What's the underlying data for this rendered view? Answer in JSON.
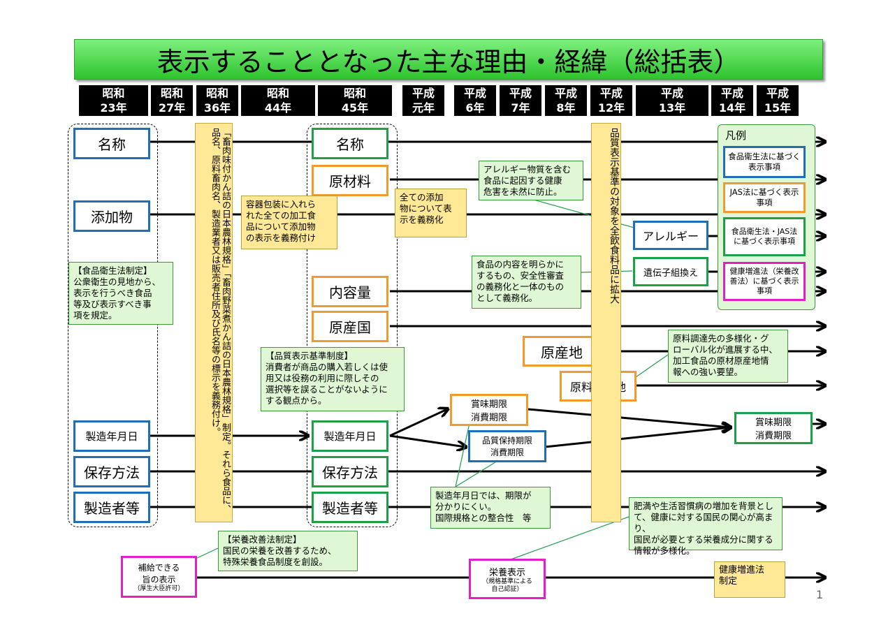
{
  "title": "表示することとなった主な理由・経緯（総括表）",
  "eras": [
    {
      "era": "昭和",
      "year": "23年"
    },
    {
      "era": "昭和",
      "year": "27年"
    },
    {
      "era": "昭和",
      "year": "36年"
    },
    {
      "era": "昭和",
      "year": "44年"
    },
    {
      "era": "昭和",
      "year": "45年"
    },
    {
      "era": "平成",
      "year": "元年"
    },
    {
      "era": "平成",
      "year": "6年"
    },
    {
      "era": "平成",
      "year": "7年"
    },
    {
      "era": "平成",
      "year": "8年"
    },
    {
      "era": "平成",
      "year": "12年"
    },
    {
      "era": "平成",
      "year": "13年"
    },
    {
      "era": "平成",
      "year": "14年"
    },
    {
      "era": "平成",
      "year": "15年"
    }
  ],
  "items": {
    "meisho1": "名称",
    "tenkabutsu": "添加物",
    "seizo1": "製造年月日",
    "hozon1": "保存方法",
    "seizosha1": "製造者等",
    "meisho2": "名称",
    "genzairyo": "原材料",
    "naiyoryo": "内容量",
    "gensankoku": "原産国",
    "seizo2": "製造年月日",
    "hozon2": "保存方法",
    "seizosha2": "製造者等",
    "allergy": "アレルギー",
    "idenshi": "遺伝子組換え",
    "gensanchi": "原産地",
    "genryo_gensanchi": "原料原産地",
    "shomi1": "賞味期限",
    "shohi1": "消費期限",
    "hinshitsu": "品質保持期限",
    "shohi2": "消費期限",
    "shomi2": "賞味期限",
    "shohi3": "消費期限",
    "hokyu1": "補給できる",
    "hokyu2": "旨の表示",
    "hokyu3": "（厚生大臣許可）",
    "eiyo1": "栄養表示",
    "eiyo2": "（規格基準による",
    "eiyo3": "自己認証）",
    "kenko1": "健康増進法",
    "kenko2": "制定"
  },
  "notes": {
    "shokuei": [
      "【食品衛生法制定】",
      "公衆衛生の見地から、",
      "表示を行うべき食品",
      "等及び表示すべき事",
      "項を規定。"
    ],
    "yoki": [
      "容器包装に入れら",
      "れた全ての加工食",
      "品について添加物",
      "の表示を義務付け"
    ],
    "subete": [
      "全ての添加",
      "物について表",
      "示を義務化"
    ],
    "allergy_note": [
      "アレルギー物質を含む",
      "食品に起因する健康",
      "危害を未然に防止。"
    ],
    "naiyo_note": [
      "食品の内容を明らかに",
      "するもの、安全性審査",
      "の義務化と一体のもの",
      "として義務化。"
    ],
    "hinshitsu_kijun": [
      "【品質表示基準制度】",
      "消費者が商品の購入若しくは使",
      "用又は役務の利用に際しその",
      "選択等を誤ることがないように",
      "する観点から。"
    ],
    "genryo_note": [
      "原料調達先の多様化・グ",
      "ローバル化が進展する中、",
      "加工食品の原材原産地情",
      "報への強い要望。"
    ],
    "kigen_note": [
      "製造年月日では、期限が",
      "分かりにくい。",
      "国際規格との整合性　等"
    ],
    "eiyo_kaizen": [
      "【栄養改善法制定】",
      "国民の栄養を改善するため、",
      "特殊栄養食品制度を創設。"
    ],
    "himan": [
      "肥満や生活習慣病の増加を背景とし",
      "て、健康に対する国民の関心が高まり、",
      "国民が必要とする栄養成分に関する",
      "情報が多様化。"
    ]
  },
  "vertical": {
    "jas": "「畜肉味付かん詰の日本農林規格」「畜肉野菜煮かん詰の日本農林規格」制定。それら食品に、品名、原料畜肉名、製造業者又は販売者住所及び氏名等の標示を義務付け。",
    "kijun": "品質表示基準の対象を全飲食料品に拡大"
  },
  "legend": {
    "title": "凡例",
    "items": [
      "食品衛生法に基づく表示事項",
      "JAS法に基づく表示事項",
      "食品衛生法・JAS法に基づく表示事項",
      "健康増進法（栄養改善法）に基づく表示事項"
    ]
  },
  "colors": {
    "shokuei": "#1f6fb8",
    "jas": "#f39a2c",
    "both": "#1ea04a",
    "kenko": "#e61ec8",
    "note_bg": "#dff7d4",
    "yellow": "#ffe896"
  },
  "page_number": "1"
}
